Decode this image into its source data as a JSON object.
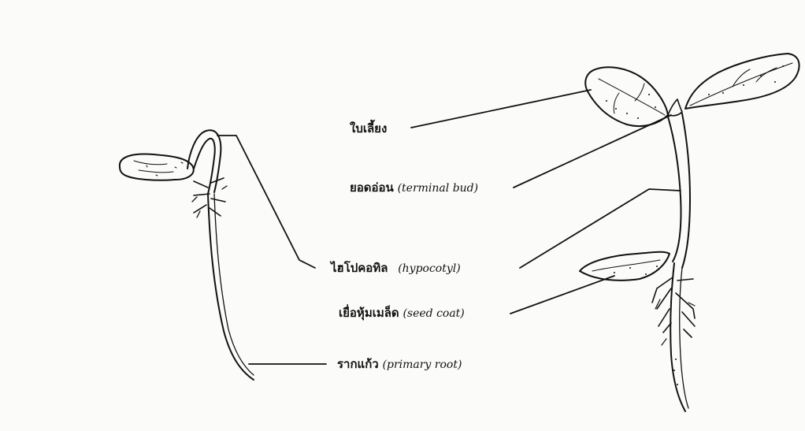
{
  "labels": {
    "cotyledon": {
      "thai": "ใบเลี้ยง",
      "english": ""
    },
    "terminal_bud": {
      "thai": "ยอดอ่อน",
      "english": "(terminal bud)"
    },
    "hypocotyl": {
      "thai": "ไฮโปคอทิล",
      "english": "(hypocotyl)"
    },
    "seed_coat": {
      "thai": "เยื่อหุ้มเมล็ด",
      "english": "(seed coat)"
    },
    "primary_root": {
      "thai": "รากแก้ว",
      "english": "(primary root)"
    }
  },
  "colors": {
    "ink": "#111111",
    "paper": "#fbfbf9"
  }
}
